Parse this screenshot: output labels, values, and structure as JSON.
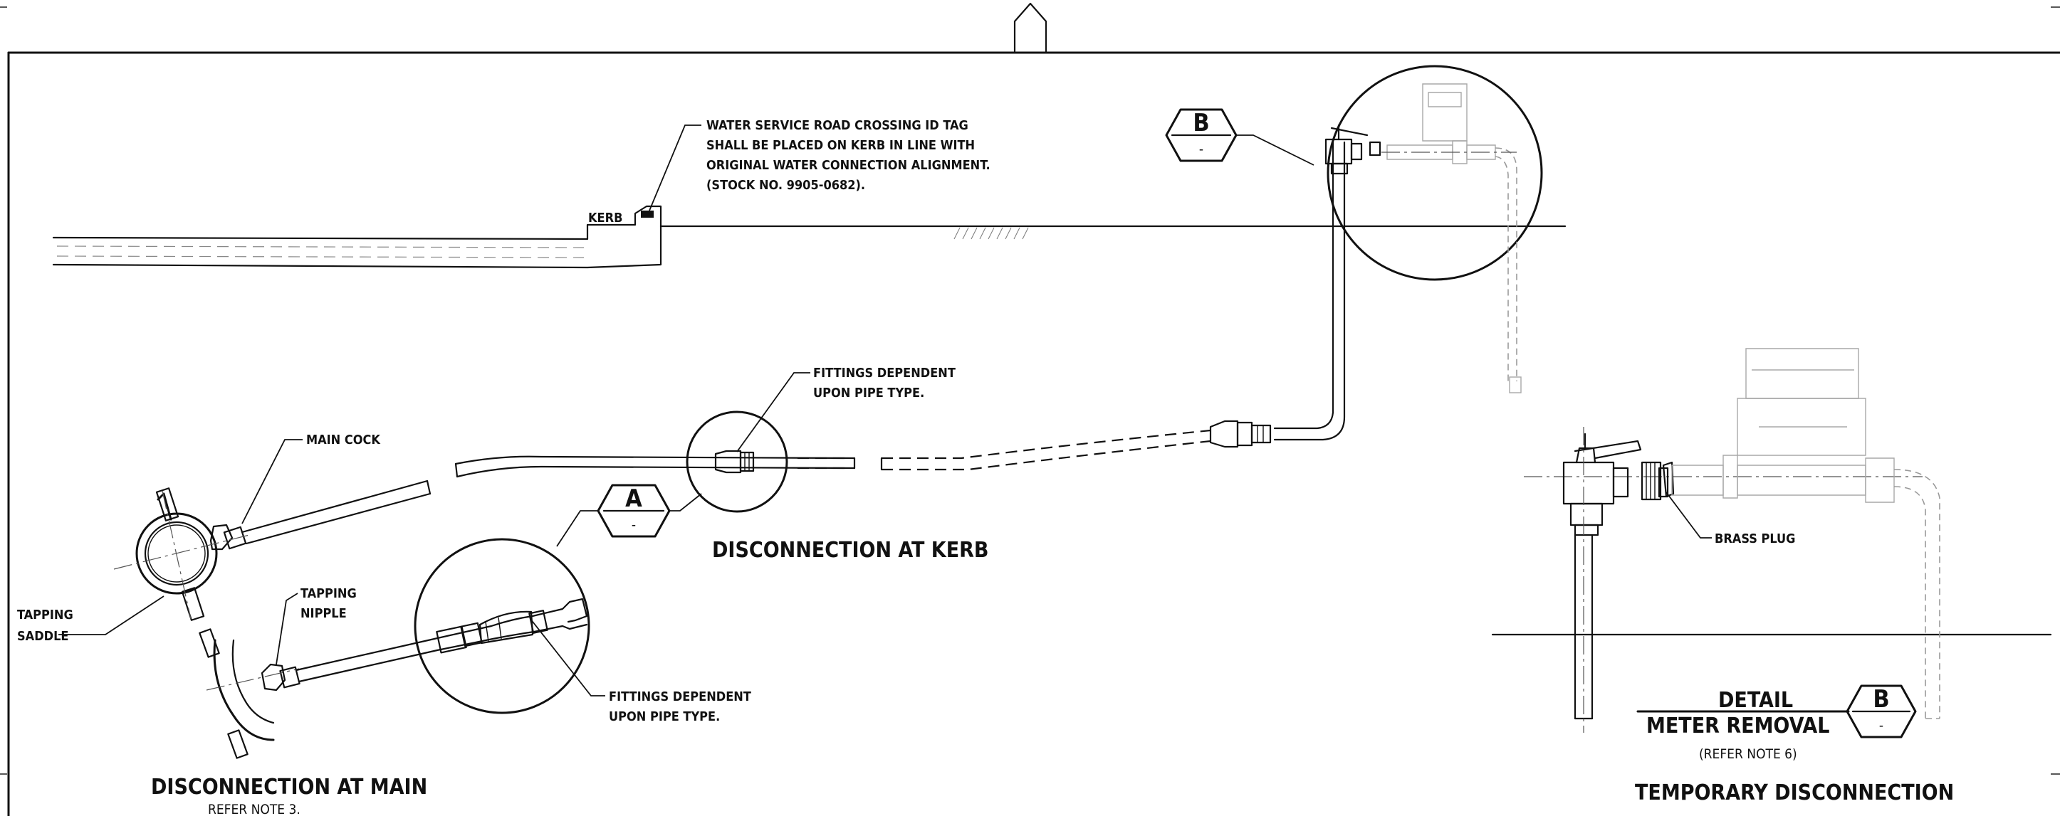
{
  "labels": {
    "kerb_tag_note": [
      "WATER SERVICE ROAD CROSSING ID TAG",
      "SHALL BE PLACED ON KERB IN LINE WITH",
      "ORIGINAL WATER CONNECTION ALIGNMENT.",
      "(STOCK NO. 9905-0682)."
    ],
    "kerb": "KERB",
    "fittings_note_top": [
      "FITTINGS DEPENDENT",
      "UPON PIPE TYPE."
    ],
    "fittings_note_bottom": [
      "FITTINGS DEPENDENT",
      "UPON PIPE TYPE."
    ],
    "main_cock": "MAIN COCK",
    "tapping_saddle": [
      "TAPPING",
      "SADDLE"
    ],
    "tapping_nipple": [
      "TAPPING",
      "NIPPLE"
    ],
    "brass_plug": "BRASS PLUG"
  },
  "detail_markers": {
    "a": {
      "letter": "A",
      "ref": "-"
    },
    "b_top": {
      "letter": "B",
      "ref": "-"
    },
    "b_title": {
      "letter": "B",
      "ref": "-"
    }
  },
  "titles": {
    "disconnection_kerb": "DISCONNECTION AT KERB",
    "disconnection_main": "DISCONNECTION AT MAIN",
    "main_note": "REFER NOTE 3.",
    "detail_word": "DETAIL",
    "meter_removal": "METER REMOVAL",
    "meter_note": "(REFER NOTE 6)",
    "temporary": "TEMPORARY DISCONNECTION"
  }
}
